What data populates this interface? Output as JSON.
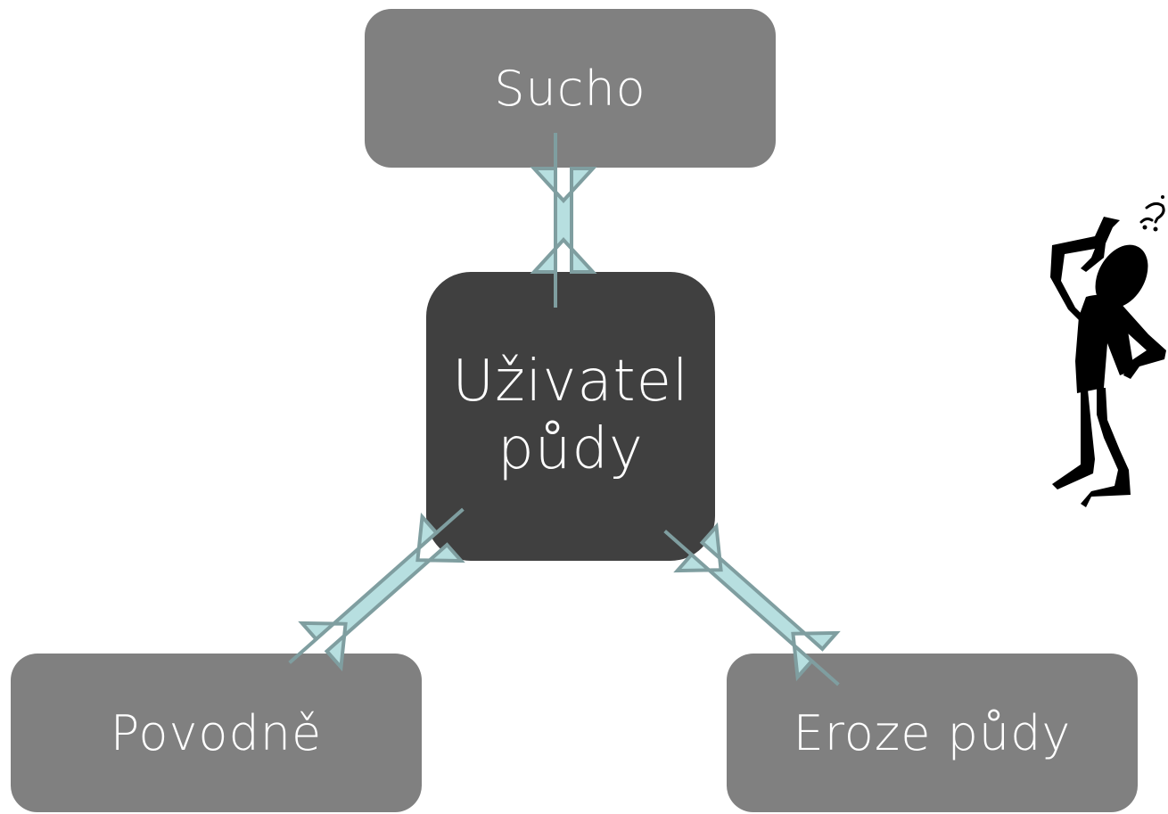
{
  "diagram": {
    "nodes": {
      "top": "Sucho",
      "center_line1": "Uživatel",
      "center_line2": "půdy",
      "left": "Povodně",
      "right": "Eroze půdy"
    },
    "colors": {
      "outer_node": "#808080",
      "center_node": "#404040",
      "arrow_fill": "#b7dfe0",
      "arrow_stroke": "#7f9ea0",
      "text": "#ffffff"
    },
    "connectors": [
      {
        "from": "center",
        "to": "top",
        "style": "double-arrow"
      },
      {
        "from": "center",
        "to": "left",
        "style": "double-arrow"
      },
      {
        "from": "center",
        "to": "right",
        "style": "double-arrow"
      }
    ],
    "illustration": "thinking-person-icon"
  }
}
